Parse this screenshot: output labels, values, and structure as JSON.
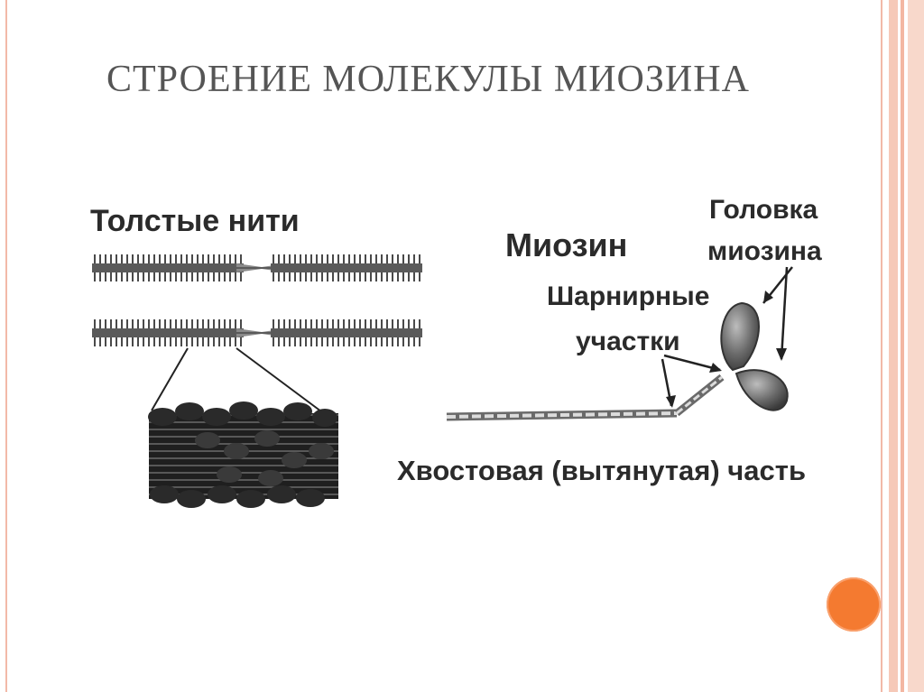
{
  "slide": {
    "title": "СТРОЕНИЕ МОЛЕКУЛЫ МИОЗИНА",
    "accent_color": "#f47a30",
    "border_color": "#f2b9a8"
  },
  "diagram": {
    "label_thick_filaments": "Толстые нити",
    "label_myosin": "Миозин",
    "label_head_line1": "Головка",
    "label_head_line2": "миозина",
    "label_hinge_line1": "Шарнирные",
    "label_hinge_line2": "участки",
    "label_tail": "Хвостовая (вытянутая) часть"
  }
}
